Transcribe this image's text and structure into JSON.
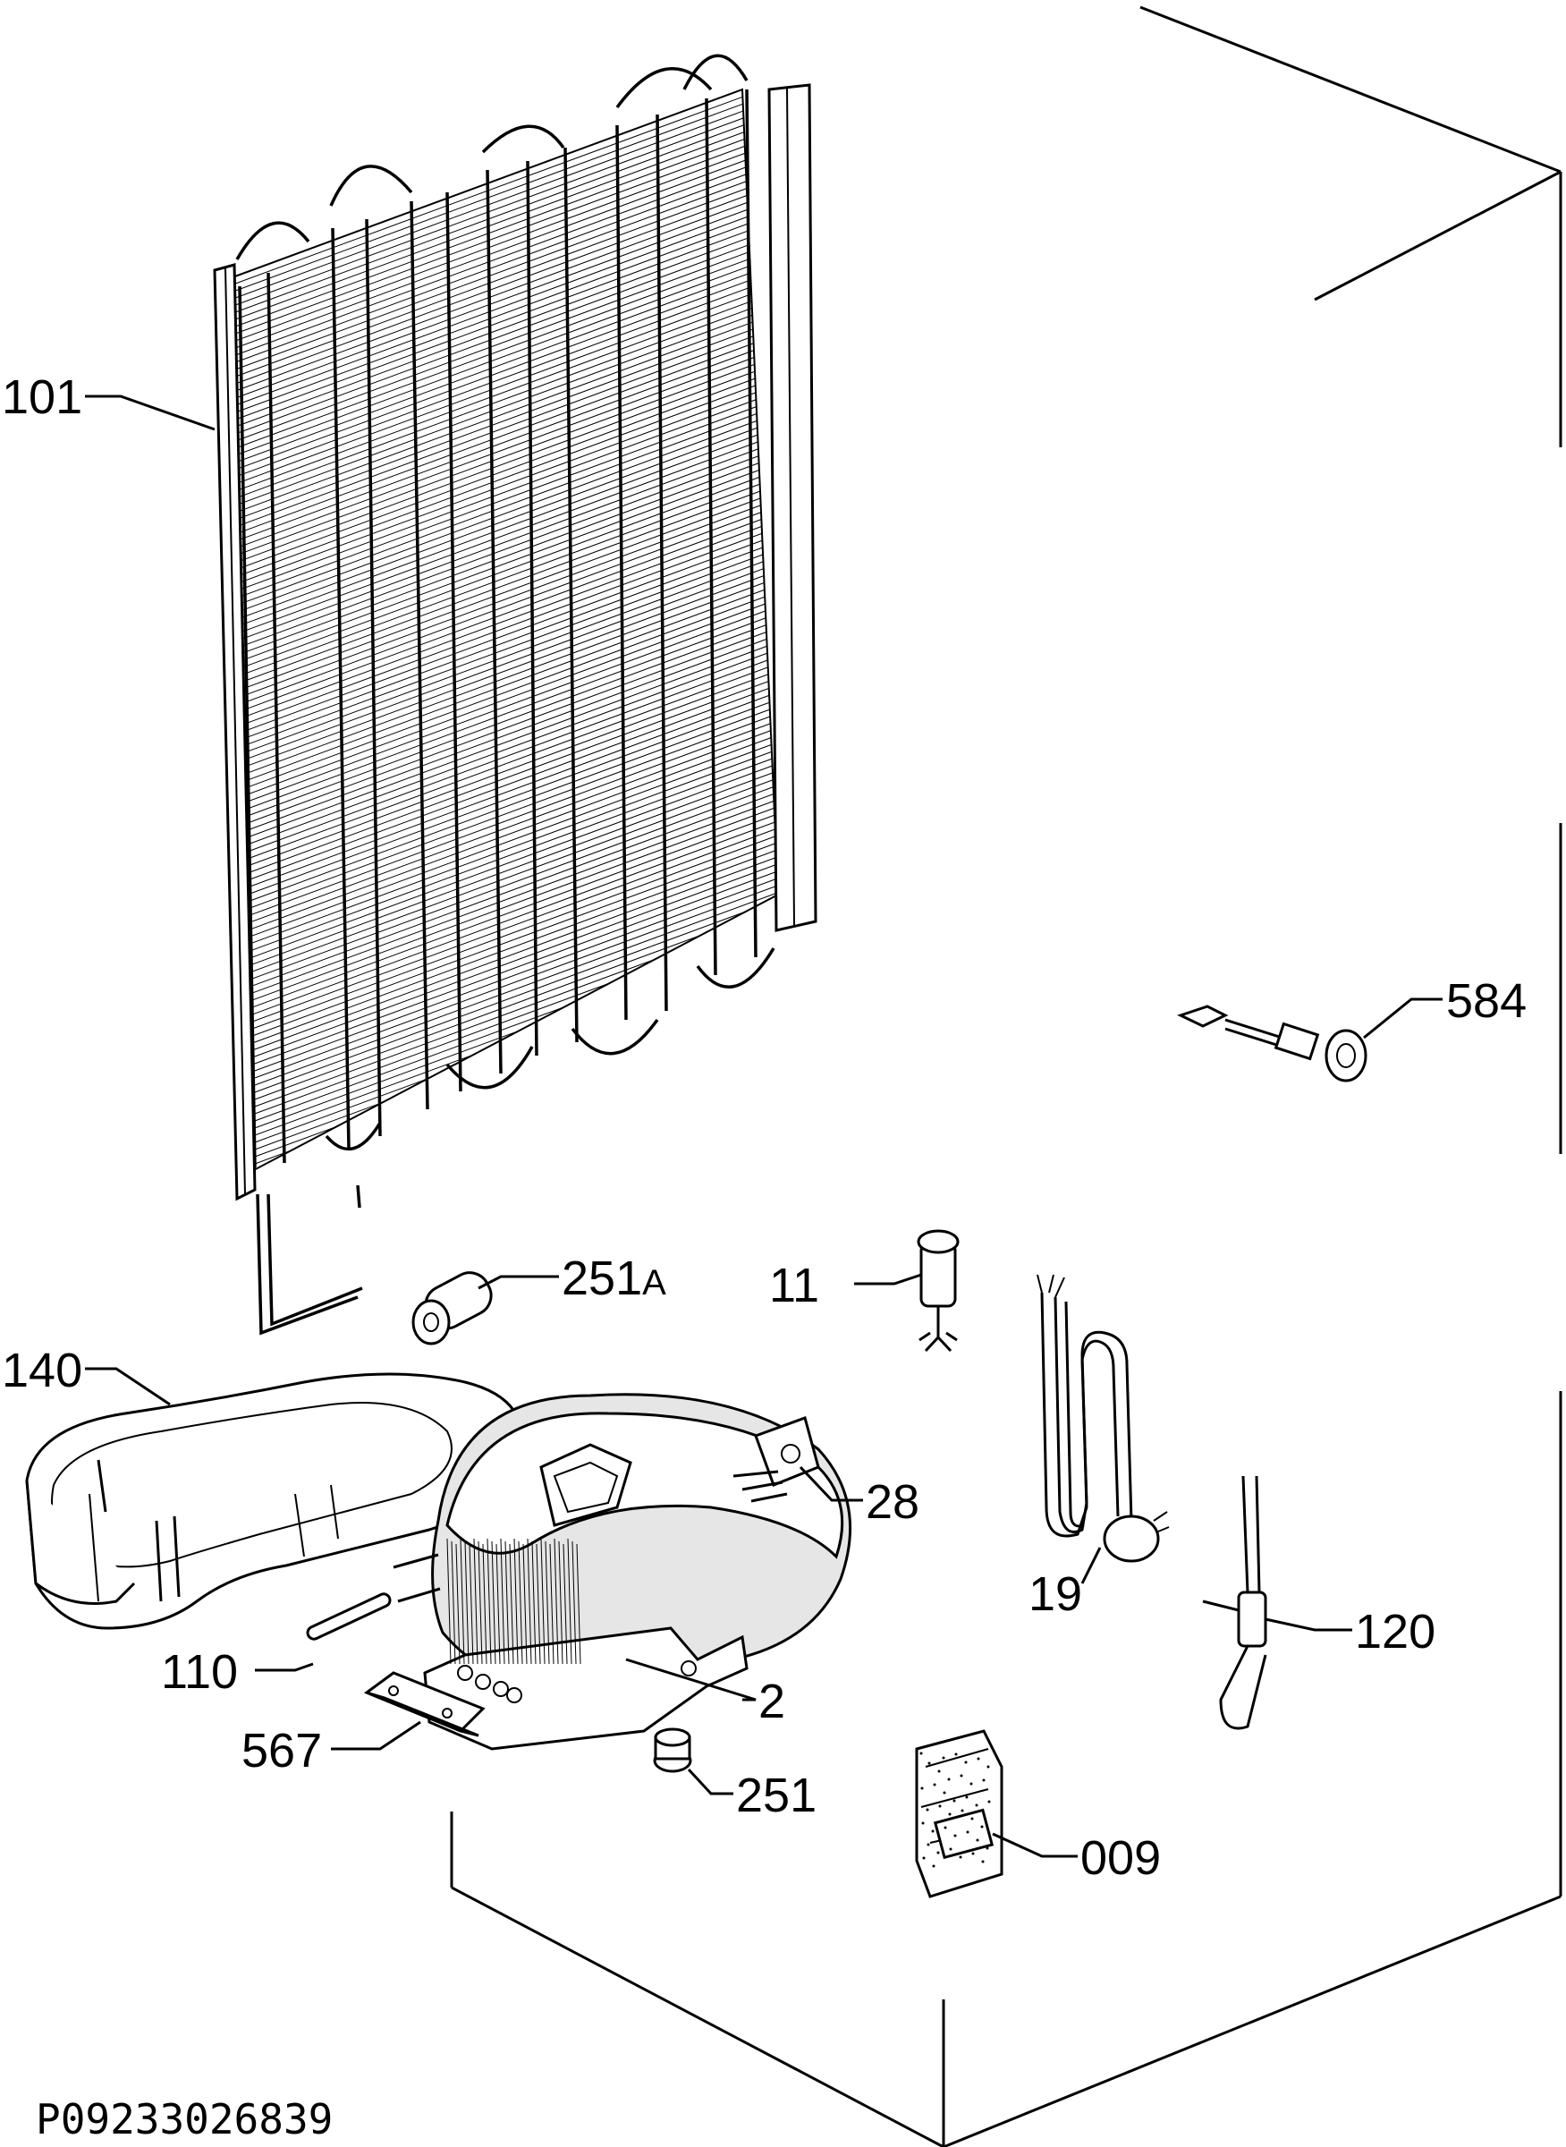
{
  "diagram": {
    "part_labels": [
      {
        "id": "101",
        "text": "101"
      },
      {
        "id": "251a",
        "text": "251",
        "suffix": "A"
      },
      {
        "id": "11",
        "text": "11"
      },
      {
        "id": "584",
        "text": "584"
      },
      {
        "id": "140",
        "text": "140"
      },
      {
        "id": "28",
        "text": "28"
      },
      {
        "id": "19",
        "text": "19"
      },
      {
        "id": "120",
        "text": "120"
      },
      {
        "id": "110",
        "text": "110"
      },
      {
        "id": "2",
        "text": "2"
      },
      {
        "id": "567",
        "text": "567"
      },
      {
        "id": "251",
        "text": "251"
      },
      {
        "id": "009",
        "text": "009"
      }
    ],
    "drawing_code": "P09233026839"
  }
}
